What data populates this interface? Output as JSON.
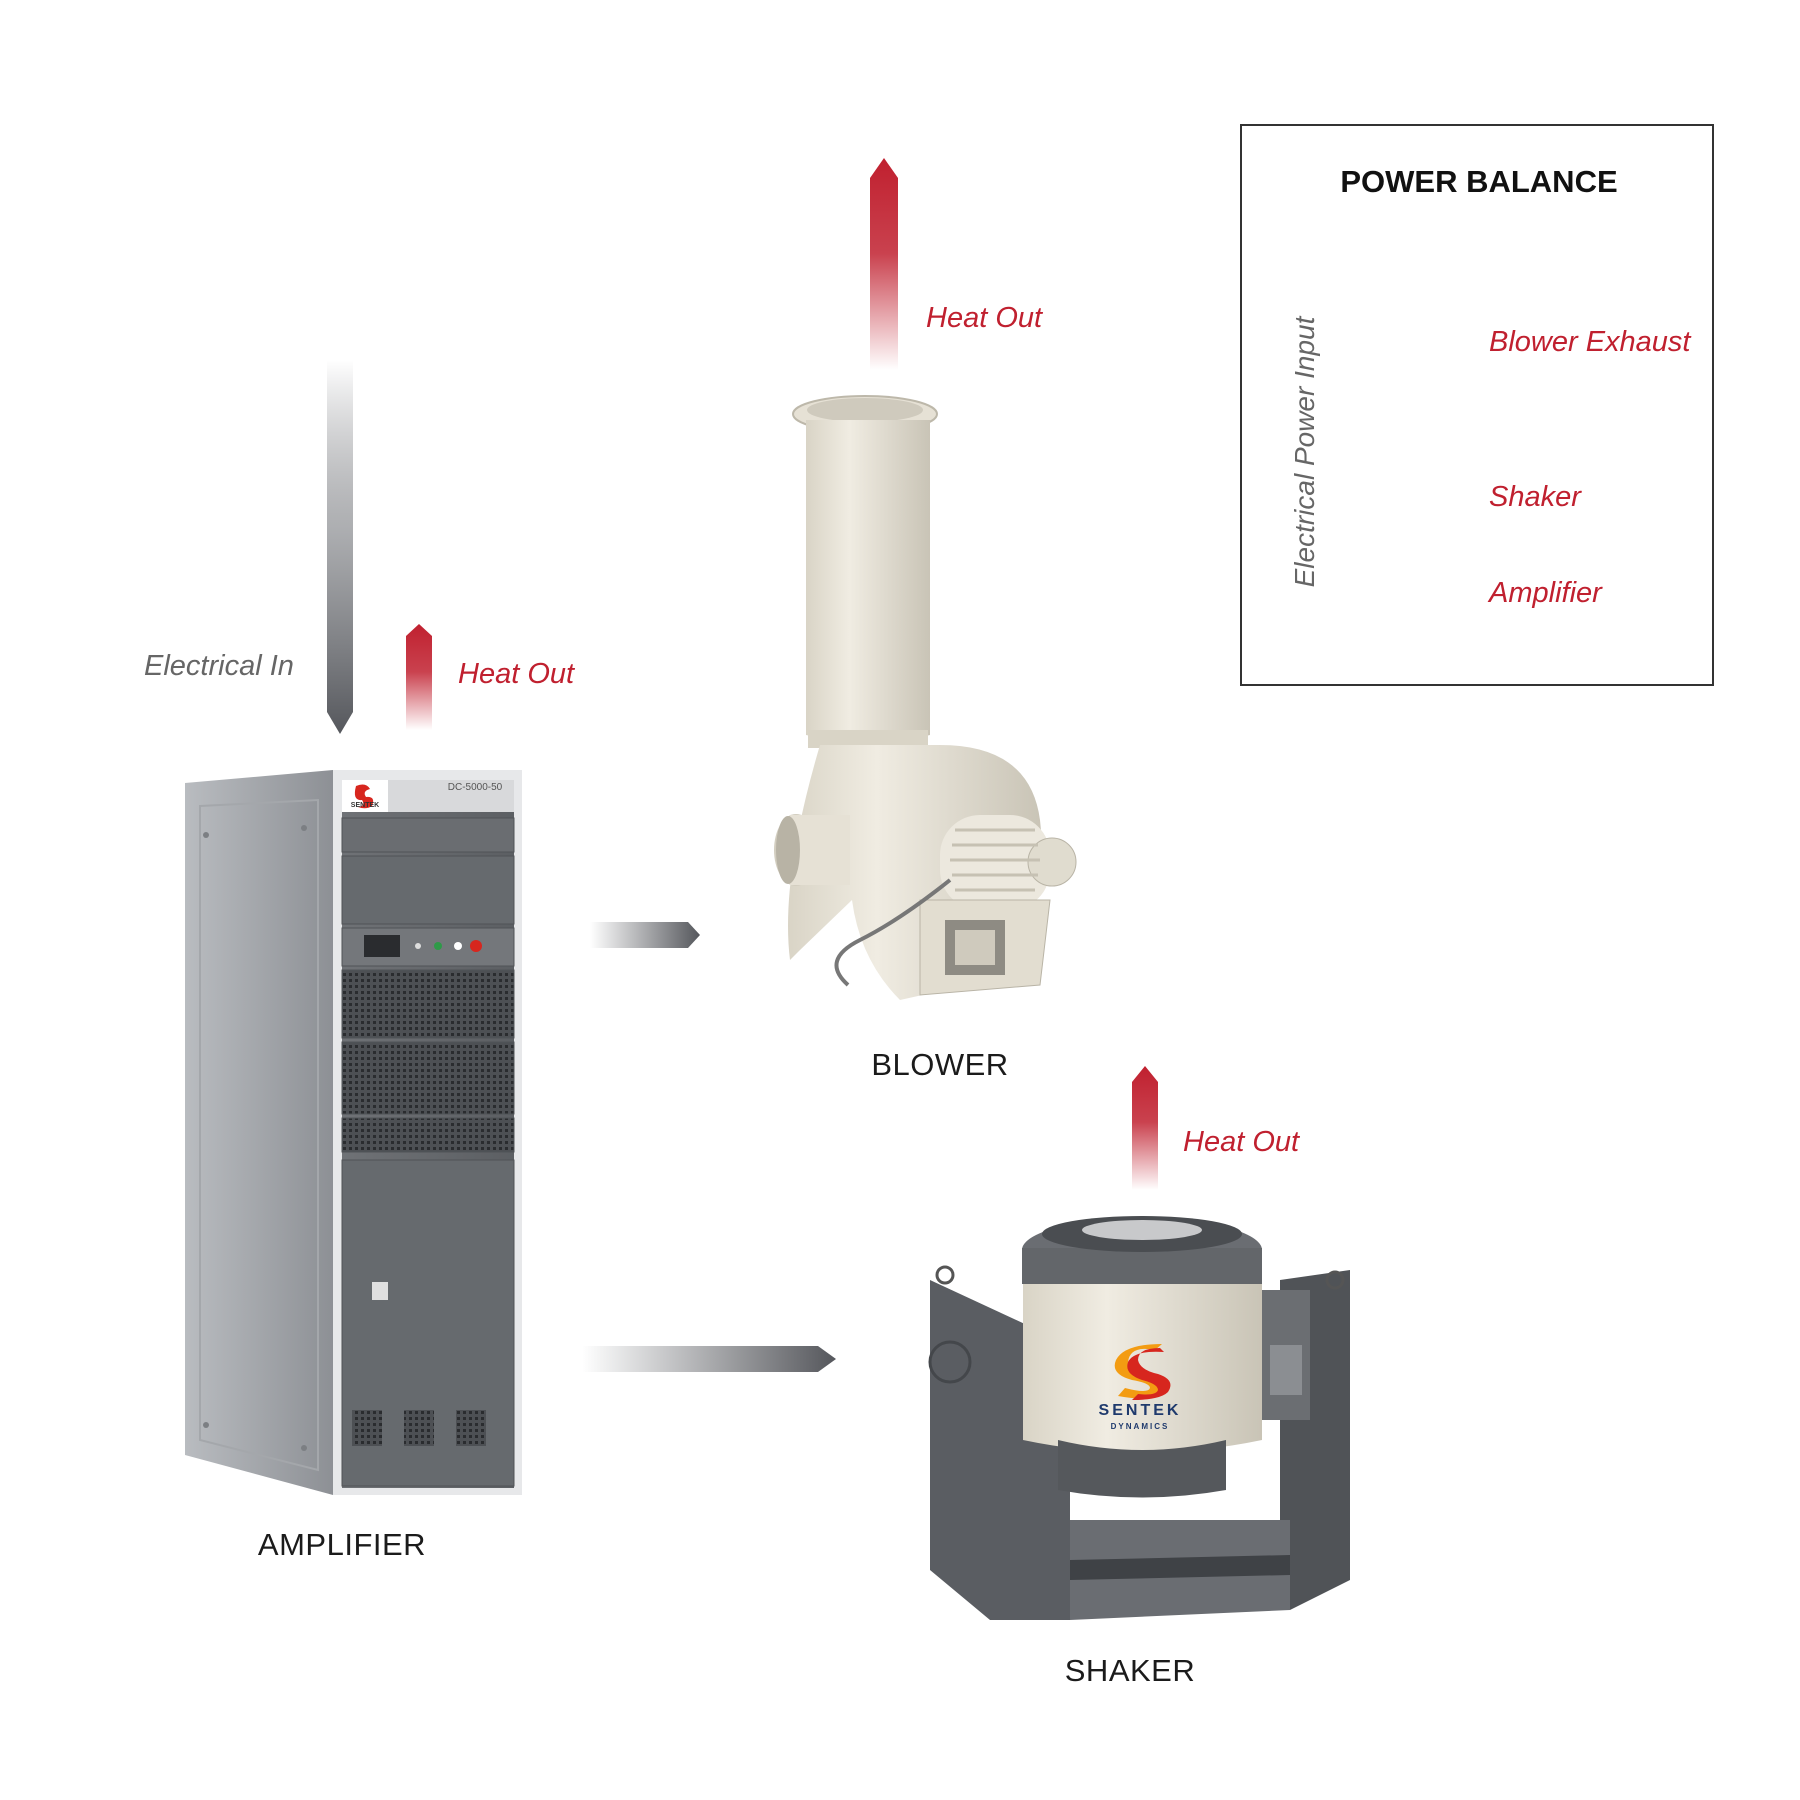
{
  "diagram": {
    "balance_panel": {
      "title": "POWER BALANCE",
      "input_label": "Electrical Power Input",
      "components": [
        {
          "label": "Blower Exhaust"
        },
        {
          "label": "Shaker"
        },
        {
          "label": "Amplifier"
        }
      ]
    },
    "nodes": {
      "amplifier": {
        "label": "AMPLIFIER",
        "brand": "SENTEK",
        "model": "DC-5000-50"
      },
      "blower": {
        "label": "BLOWER"
      },
      "shaker": {
        "label": "SHAKER",
        "brand": "SENTEK",
        "brand_sub": "DYNAMICS"
      }
    },
    "flows": {
      "electrical_in": "Electrical In",
      "heat_out_amplifier": "Heat Out",
      "heat_out_blower": "Heat Out",
      "heat_out_shaker": "Heat Out"
    },
    "colors": {
      "heat": "#c0202f",
      "electric": "#55575c",
      "cabinet": "#9a9da1",
      "cream": "#e8e4d8",
      "frame": "#5a5d62",
      "logo_orange": "#f39c12",
      "logo_red": "#d7261e",
      "logo_navy": "#1f3a6d"
    }
  }
}
